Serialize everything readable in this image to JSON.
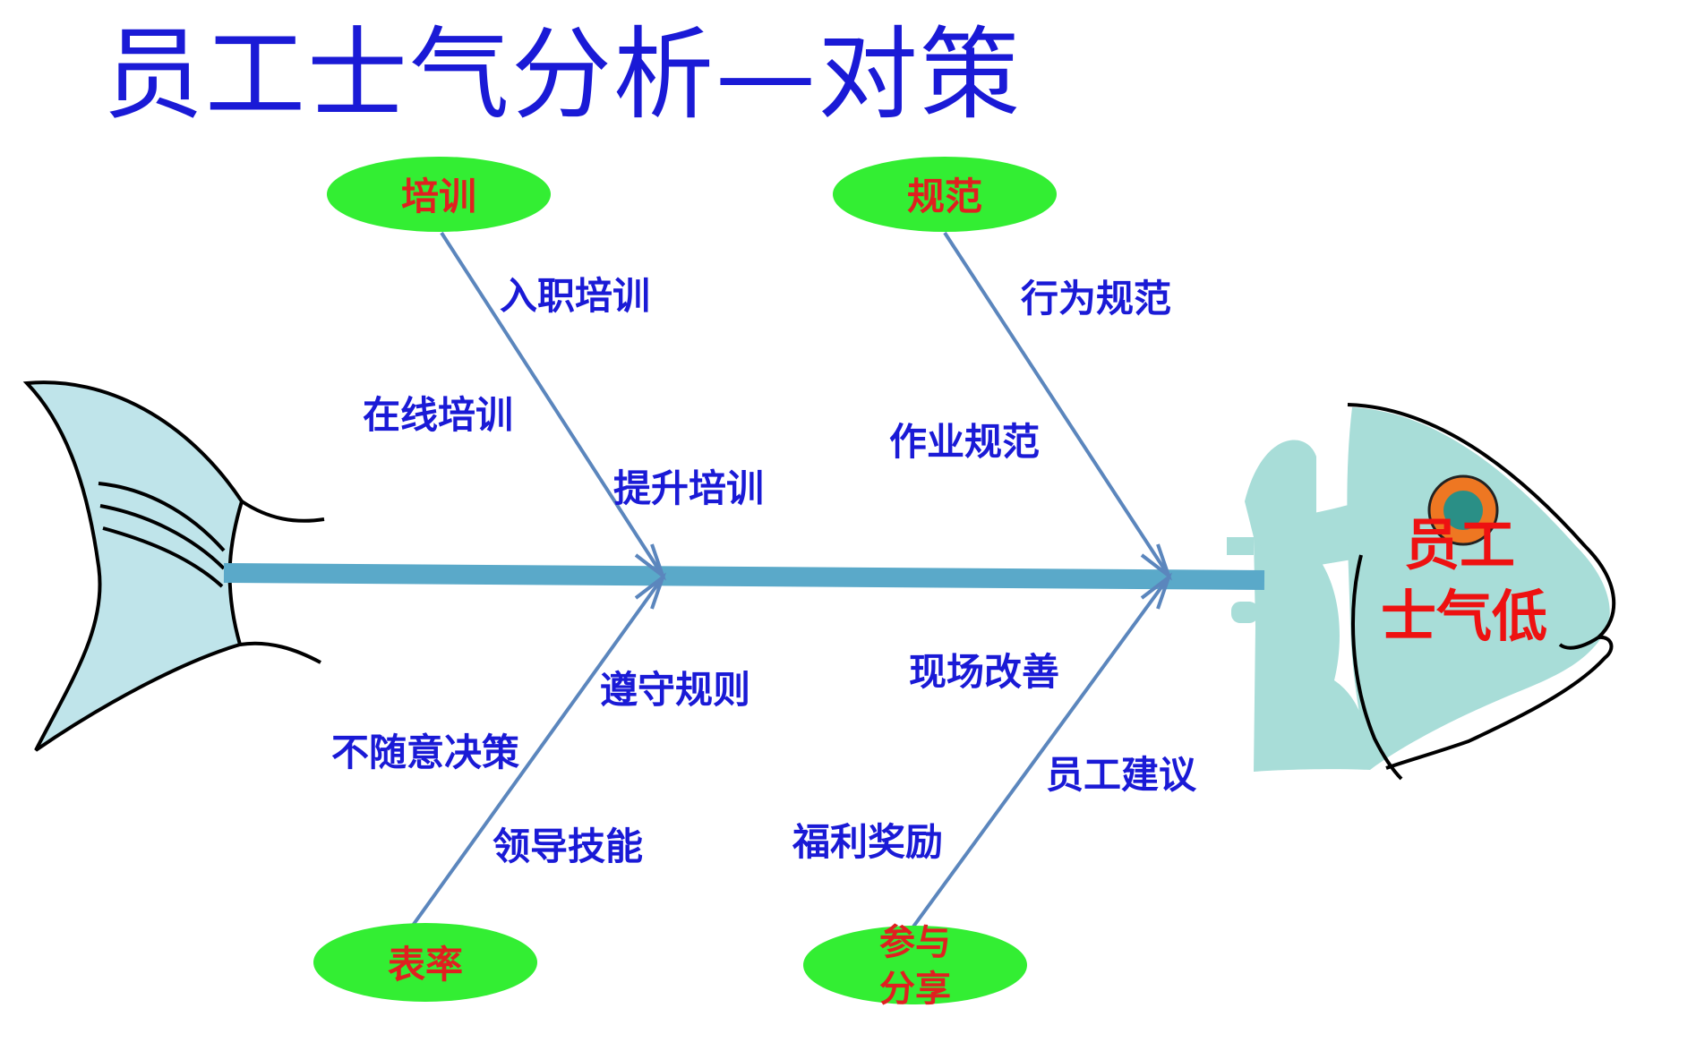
{
  "title": "员工士气分析—对策",
  "head_label": [
    "员工",
    "士气低"
  ],
  "categories": {
    "training": "培训",
    "norms": "规范",
    "example": "表率",
    "participation": [
      "参与",
      "分享"
    ]
  },
  "causes": {
    "training": [
      "入职培训",
      "在线培训",
      "提升培训"
    ],
    "norms": [
      "行为规范",
      "作业规范"
    ],
    "example": [
      "遵守规则",
      "不随意决策",
      "领导技能"
    ],
    "participation": [
      "现场改善",
      "员工建议",
      "福利奖励"
    ]
  },
  "colors": {
    "title": "#1a1ad6",
    "cause_text": "#1a1ad6",
    "category_text": "#e02020",
    "category_fill": "#33ee33",
    "spine": "#5aa9c9",
    "branch": "#5b86bd",
    "fish_fill": "#bfe4ea",
    "head_fill": "#a8ddd8",
    "head_text": "#ee1111",
    "eye_ring": "#ee7722",
    "eye_pupil": "#2a8f86"
  }
}
